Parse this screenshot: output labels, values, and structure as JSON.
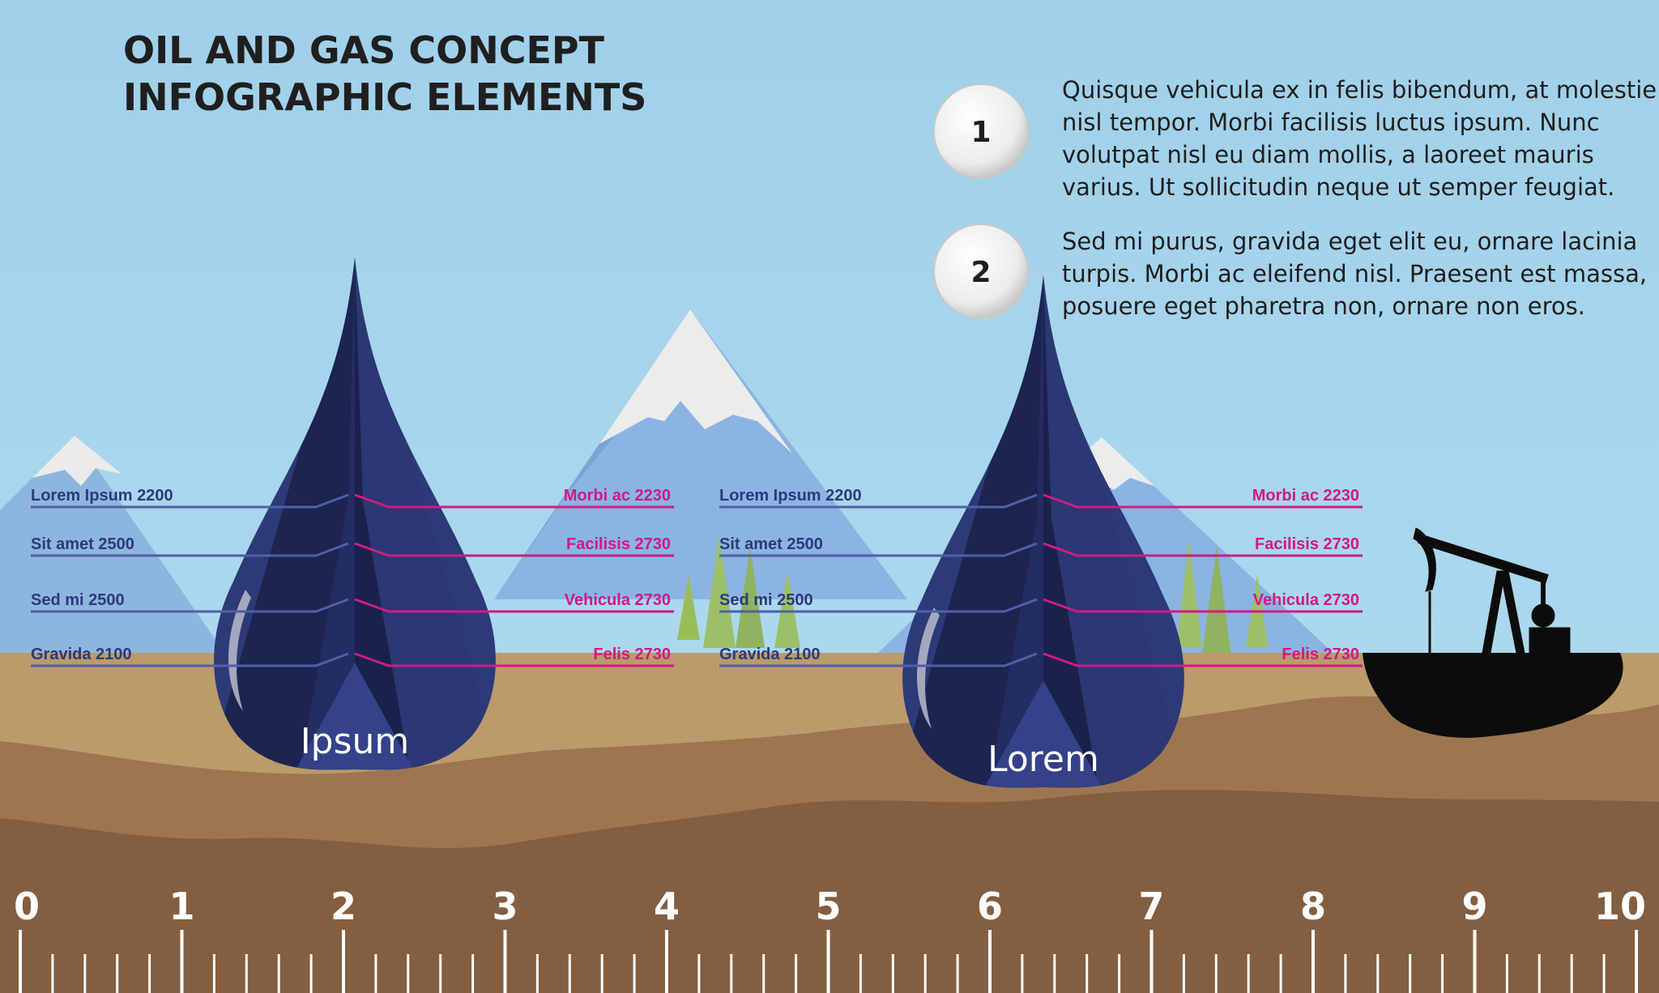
{
  "title": {
    "line1": "OIL AND GAS CONCEPT",
    "line2": "INFOGRAPHIC ELEMENTS"
  },
  "points": [
    {
      "number": "1",
      "lines": [
        "Quisque vehicula ex in felis bibendum, at molestie",
        "nisl tempor. Morbi facilisis luctus ipsum. Nunc",
        "volutpat nisl eu diam mollis, a laoreet mauris",
        "varius. Ut sollicitudin neque ut semper feugiat."
      ]
    },
    {
      "number": "2",
      "lines": [
        "Sed mi purus, gravida eget elit eu, ornare lacinia",
        "turpis. Morbi ac eleifend nisl. Praesent est massa,",
        "posuere eget pharetra non, ornare non eros."
      ]
    }
  ],
  "drops": [
    {
      "name": "Ipsum",
      "left_labels": [
        "Lorem Ipsum  2200",
        "Sit amet  2500",
        "Sed mi 2500",
        "Gravida 2100"
      ],
      "right_labels": [
        "Morbi ac 2230",
        "Facilisis 2730",
        "Vehicula 2730",
        "Felis 2730"
      ]
    },
    {
      "name": "Lorem",
      "left_labels": [
        "Lorem Ipsum  2200",
        "Sit amet  2500",
        "Sed mi 2500",
        "Gravida 2100"
      ],
      "right_labels": [
        "Morbi ac 2230",
        "Facilisis 2730",
        "Vehicula 2730",
        "Felis 2730"
      ]
    }
  ],
  "scale": {
    "labels": [
      "0",
      "1",
      "2",
      "3",
      "4",
      "5",
      "6",
      "7",
      "8",
      "9",
      "10"
    ]
  },
  "colors": {
    "sky": "#a2d1ea",
    "drop_dark": "#1c2450",
    "drop_mid": "#2d3a78",
    "left_line": "#4f5fa8",
    "right_line": "#d01a86",
    "ground_light": "#bb9a6b",
    "ground_mid": "#9c7650",
    "ground_dark": "#835e40"
  }
}
